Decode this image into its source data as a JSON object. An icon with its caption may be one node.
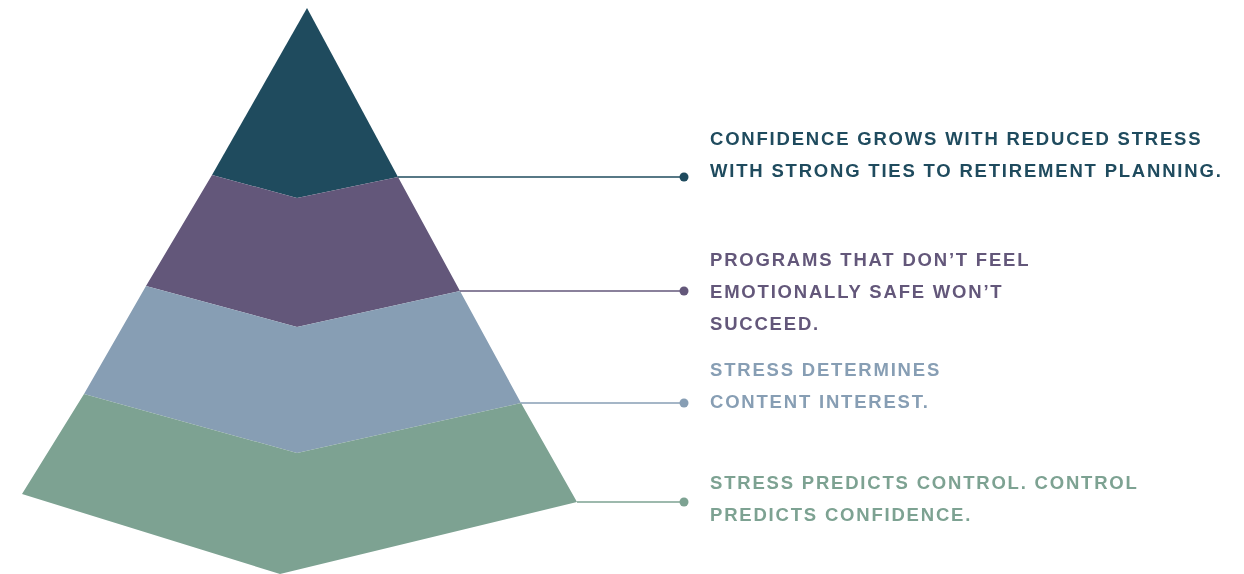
{
  "diagram": {
    "nodes": [
      {
        "text": [],
        "shape": "triangle"
      },
      {
        "text": [],
        "shape": "band"
      },
      {
        "text": [],
        "shape": "band"
      },
      {
        "text": [],
        "shape": "band"
      },
      {
        "text": [
          "CONFIDENCE GROWS WITH REDUCED STRESS WITH STRONG TIES TO RETIREMENT PLANNING."
        ]
      },
      {
        "text": [
          "PROGRAMS THAT DON’T FEEL EMOTIONALLY SAFE WON’T SUCCEED."
        ]
      },
      {
        "text": [
          "STRESS DETERMINES CONTENT INTEREST."
        ]
      },
      {
        "text": [
          "STRESS PREDICTS CONTROL. CONTROL PREDICTS CONFIDENCE."
        ]
      }
    ],
    "edges": [
      {
        "from": 0,
        "to": 4,
        "arrow": "other",
        "color": "#1f4b5e"
      },
      {
        "from": 1,
        "to": 5,
        "arrow": "other",
        "color": "#63577a"
      },
      {
        "from": 2,
        "to": 6,
        "arrow": "other",
        "color": "#879eb4"
      },
      {
        "from": 3,
        "to": 7,
        "arrow": "other",
        "color": "#7da292"
      }
    ]
  }
}
